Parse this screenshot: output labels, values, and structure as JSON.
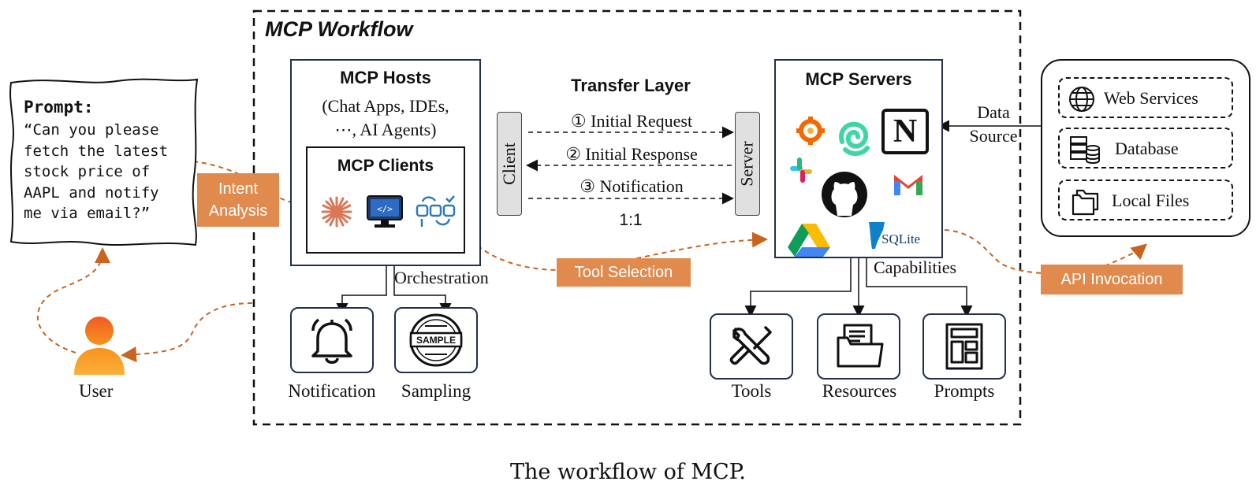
{
  "workflow_title": "MCP Workflow",
  "prompt": {
    "label": "Prompt:",
    "lines": [
      "“Can you please",
      "fetch the latest",
      "stock price of",
      "AAPL and notify",
      "me via email?”"
    ]
  },
  "user_label": "User",
  "tags": {
    "intent_line1": "Intent",
    "intent_line2": "Analysis",
    "tool_selection": "Tool Selection",
    "api_invocation": "API Invocation"
  },
  "hosts": {
    "title": "MCP Hosts",
    "subtitle_line1": "(Chat Apps, IDEs,",
    "subtitle_line2": "⋯, AI Agents)",
    "clients_title": "MCP Clients"
  },
  "orchestration_label": "Orchestration",
  "host_outputs": [
    {
      "label": "Notification",
      "icon": "bell-icon"
    },
    {
      "label": "Sampling",
      "icon": "sample-stamp-icon"
    }
  ],
  "transfer": {
    "title": "Transfer Layer",
    "client_label": "Client",
    "server_label": "Server",
    "messages": [
      "① Initial Request",
      "② Initial Response",
      "③ Notification"
    ],
    "ratio": "1:1"
  },
  "servers": {
    "title": "MCP Servers",
    "logos": [
      "grafana-icon",
      "spiral-icon",
      "notion-icon",
      "slack-icon",
      "github-icon",
      "gmail-icon",
      "google-drive-icon",
      "sqlite-icon"
    ],
    "notion_letter": "N",
    "sqlite_text": "SQLite"
  },
  "capabilities_label": "Capabilities",
  "server_outputs": [
    {
      "label": "Tools",
      "icon": "tools-icon"
    },
    {
      "label": "Resources",
      "icon": "folder-icon"
    },
    {
      "label": "Prompts",
      "icon": "template-icon"
    }
  ],
  "data_source": {
    "line1": "Data",
    "line2": "Source",
    "items": [
      {
        "label": "Web Services",
        "icon": "globe-icon"
      },
      {
        "label": "Database",
        "icon": "database-icon"
      },
      {
        "label": "Local Files",
        "icon": "files-icon"
      }
    ]
  },
  "caption": "The workflow of MCP.",
  "colors": {
    "accent_orange": "#e08a4d",
    "navy": "#22304a",
    "dashed_flow": "#c8641e"
  }
}
